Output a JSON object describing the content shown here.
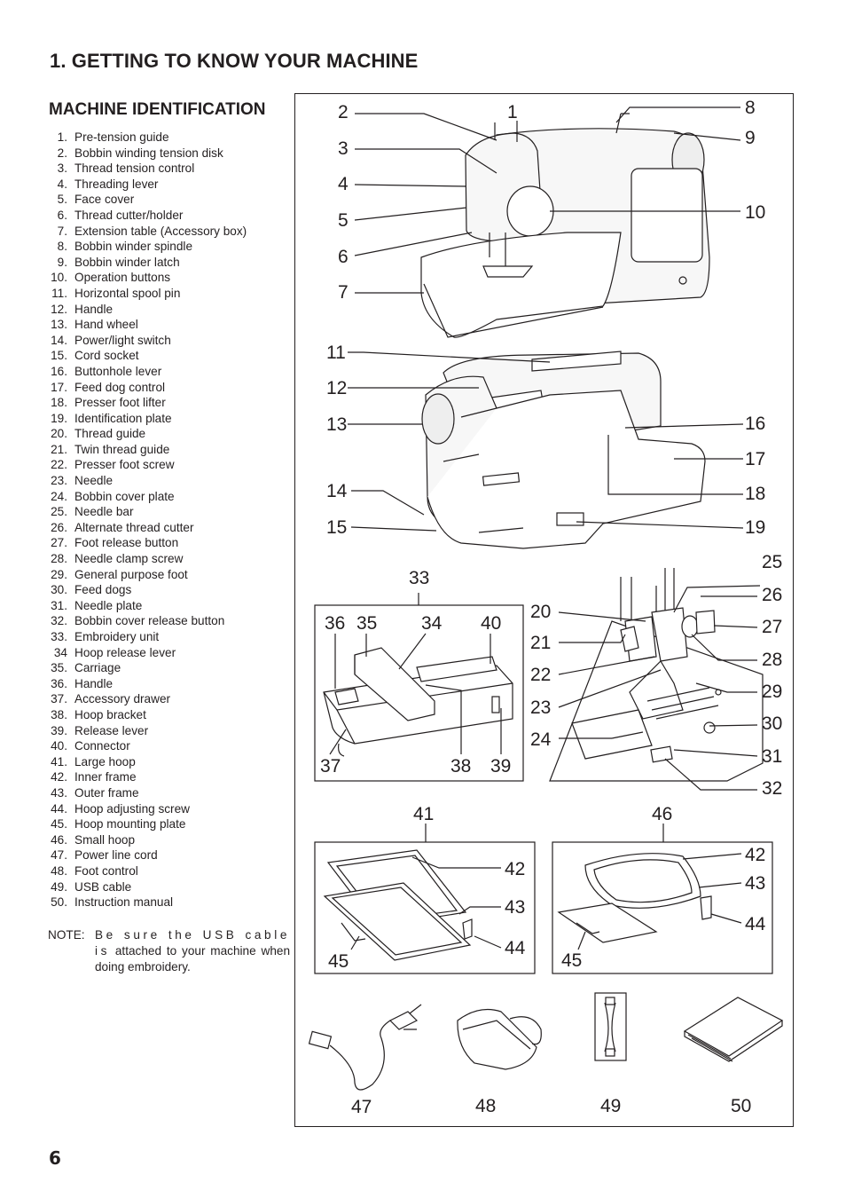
{
  "page": {
    "title": "1. GETTING TO KNOW YOUR MACHINE",
    "section_title": "MACHINE IDENTIFICATION",
    "page_number": "6"
  },
  "parts": [
    {
      "num": "1.",
      "label": "Pre-tension guide"
    },
    {
      "num": "2.",
      "label": "Bobbin winding tension disk"
    },
    {
      "num": "3.",
      "label": "Thread tension control"
    },
    {
      "num": "4.",
      "label": "Threading lever"
    },
    {
      "num": "5.",
      "label": "Face cover"
    },
    {
      "num": "6.",
      "label": "Thread cutter/holder"
    },
    {
      "num": "7.",
      "label": "Extension table (Accessory box)"
    },
    {
      "num": "8.",
      "label": "Bobbin winder spindle"
    },
    {
      "num": "9.",
      "label": "Bobbin winder latch"
    },
    {
      "num": "10.",
      "label": "Operation buttons"
    },
    {
      "num": "11.",
      "label": "Horizontal spool pin"
    },
    {
      "num": "12.",
      "label": "Handle"
    },
    {
      "num": "13.",
      "label": "Hand wheel"
    },
    {
      "num": "14.",
      "label": "Power/light switch"
    },
    {
      "num": "15.",
      "label": "Cord socket"
    },
    {
      "num": "16.",
      "label": "Buttonhole lever"
    },
    {
      "num": "17.",
      "label": "Feed dog control"
    },
    {
      "num": "18.",
      "label": "Presser foot lifter"
    },
    {
      "num": "19.",
      "label": "Identification plate"
    },
    {
      "num": "20.",
      "label": "Thread guide"
    },
    {
      "num": "21.",
      "label": "Twin thread guide"
    },
    {
      "num": "22.",
      "label": "Presser foot screw"
    },
    {
      "num": "23.",
      "label": "Needle"
    },
    {
      "num": "24.",
      "label": "Bobbin cover plate"
    },
    {
      "num": "25.",
      "label": "Needle bar"
    },
    {
      "num": "26.",
      "label": "Alternate thread cutter"
    },
    {
      "num": "27.",
      "label": "Foot release button"
    },
    {
      "num": "28.",
      "label": "Needle clamp screw"
    },
    {
      "num": "29.",
      "label": "General purpose foot"
    },
    {
      "num": "30.",
      "label": "Feed dogs"
    },
    {
      "num": "31.",
      "label": "Needle plate"
    },
    {
      "num": "32.",
      "label": "Bobbin cover release button"
    },
    {
      "num": "33.",
      "label": "Embroidery unit"
    },
    {
      "num": "34",
      "label": "Hoop release lever"
    },
    {
      "num": "35.",
      "label": "Carriage"
    },
    {
      "num": "36.",
      "label": "Handle"
    },
    {
      "num": "37.",
      "label": "Accessory drawer"
    },
    {
      "num": "38.",
      "label": "Hoop bracket"
    },
    {
      "num": "39.",
      "label": "Release lever"
    },
    {
      "num": "40.",
      "label": "Connector"
    },
    {
      "num": "41.",
      "label": "Large hoop"
    },
    {
      "num": "42.",
      "label": "Inner frame"
    },
    {
      "num": "43.",
      "label": "Outer frame"
    },
    {
      "num": "44.",
      "label": "Hoop adjusting screw"
    },
    {
      "num": "45.",
      "label": "Hoop mounting plate"
    },
    {
      "num": "46.",
      "label": "Small hoop"
    },
    {
      "num": "47.",
      "label": "Power line cord"
    },
    {
      "num": "48.",
      "label": "Foot control"
    },
    {
      "num": "49.",
      "label": "USB cable"
    },
    {
      "num": "50.",
      "label": "Instruction manual"
    }
  ],
  "note": {
    "label": "NOTE:",
    "text_line1": "Be sure the USB cable is",
    "text_rest": "attached to your machine when doing embroidery."
  },
  "callouts": {
    "c1": "1",
    "c2": "2",
    "c3": "3",
    "c4": "4",
    "c5": "5",
    "c6": "6",
    "c7": "7",
    "c8": "8",
    "c9": "9",
    "c10": "10",
    "c11": "11",
    "c12": "12",
    "c13": "13",
    "c14": "14",
    "c15": "15",
    "c16": "16",
    "c17": "17",
    "c18": "18",
    "c19": "19",
    "c20": "20",
    "c21": "21",
    "c22": "22",
    "c23": "23",
    "c24": "24",
    "c25": "25",
    "c26": "26",
    "c27": "27",
    "c28": "28",
    "c29": "29",
    "c30": "30",
    "c31": "31",
    "c32": "32",
    "c33": "33",
    "c34": "34",
    "c35": "35",
    "c36": "36",
    "c37": "37",
    "c38": "38",
    "c39": "39",
    "c40": "40",
    "c41": "41",
    "c42": "42",
    "c43": "43",
    "c44": "44",
    "c45": "45",
    "c46": "46",
    "c42b": "42",
    "c43b": "43",
    "c44b": "44",
    "c45b": "45",
    "c47": "47",
    "c48": "48",
    "c49": "49",
    "c50": "50"
  }
}
